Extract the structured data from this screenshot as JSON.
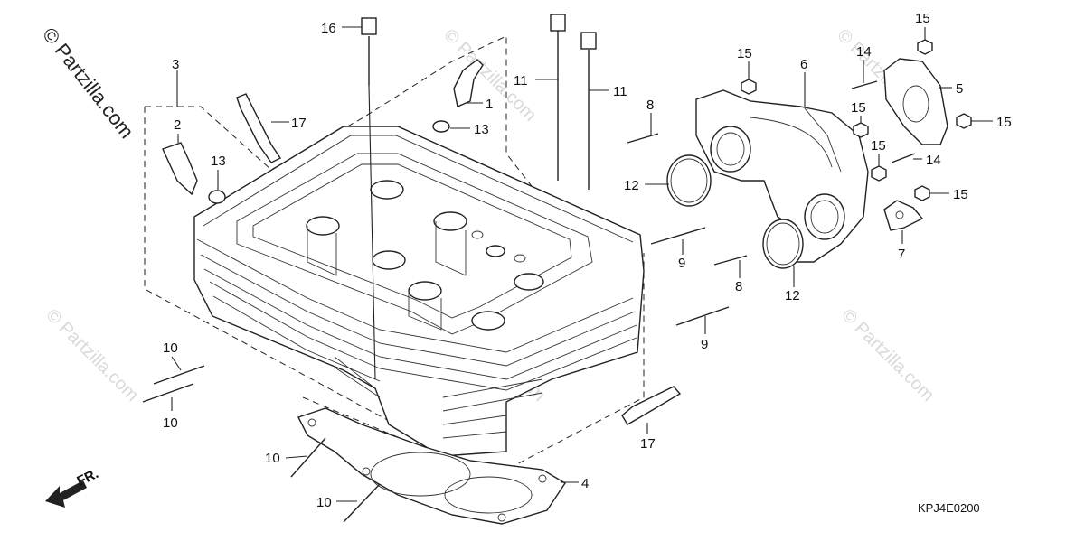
{
  "watermark": {
    "main": "© Partzilla.com",
    "faint": "© Partzilla.com"
  },
  "diagram_code": "KPJ4E0200",
  "front_indicator": "FR.",
  "callouts": {
    "c1": "1",
    "c2": "2",
    "c3": "3",
    "c4": "4",
    "c5": "5",
    "c6": "6",
    "c7": "7",
    "c8a": "8",
    "c8b": "8",
    "c9a": "9",
    "c9b": "9",
    "c10a": "10",
    "c10b": "10",
    "c10c": "10",
    "c10d": "10",
    "c11a": "11",
    "c11b": "11",
    "c12a": "12",
    "c12b": "12",
    "c13a": "13",
    "c13b": "13",
    "c14a": "14",
    "c14b": "14",
    "c15a": "15",
    "c15b": "15",
    "c15c": "15",
    "c15d": "15",
    "c15e": "15",
    "c15f": "15",
    "c16": "16",
    "c17a": "17",
    "c17b": "17"
  },
  "colors": {
    "line": "#222222",
    "watermark": "#d9d9d9",
    "background": "#ffffff"
  }
}
